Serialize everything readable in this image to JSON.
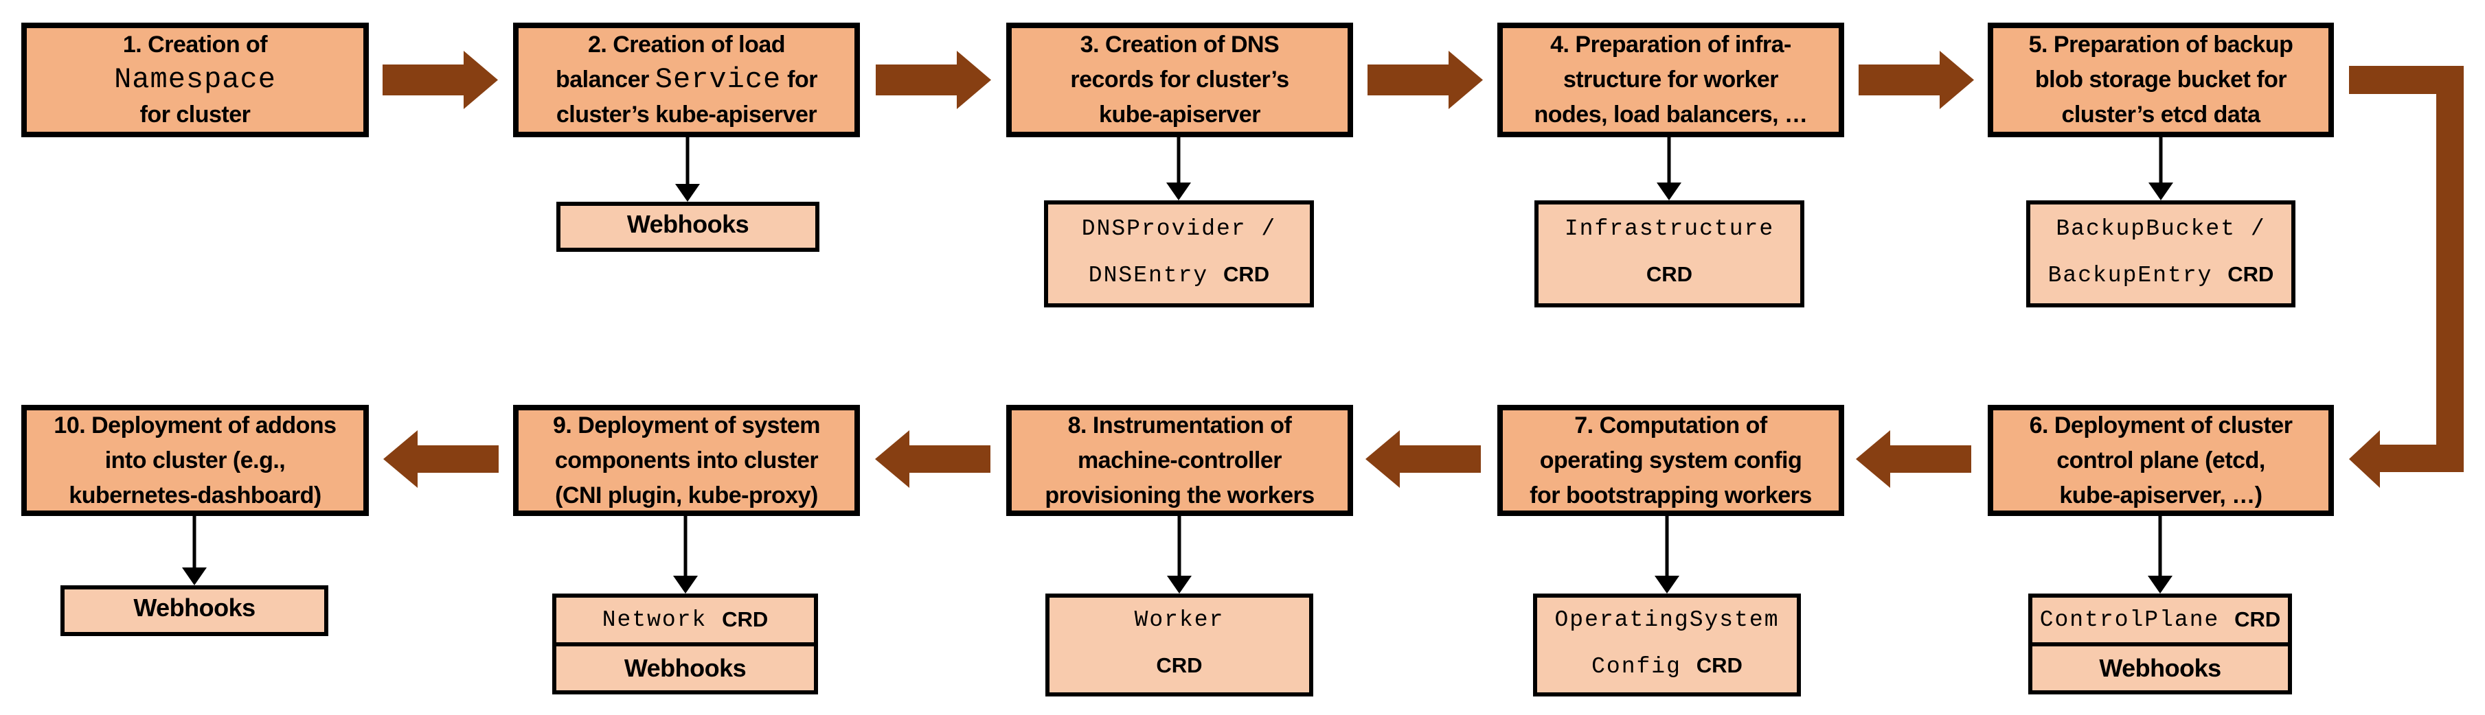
{
  "palette": {
    "main_box_fill": "#F4B183",
    "sub_box_fill": "#F8CBAD",
    "arrow_color": "#873F12",
    "border_color": "#000000"
  },
  "steps": [
    {
      "lines": [
        [
          {
            "t": "1. Creation of"
          }
        ],
        [
          {
            "t": "Namespace",
            "mono": true
          }
        ],
        [
          {
            "t": "for cluster"
          }
        ]
      ]
    },
    {
      "lines": [
        [
          {
            "t": "2. Creation of load"
          }
        ],
        [
          {
            "t": "balancer "
          },
          {
            "t": "Service",
            "mono": true
          },
          {
            "t": " for"
          }
        ],
        [
          {
            "t": "cluster’s kube-apiserver"
          }
        ]
      ]
    },
    {
      "lines": [
        [
          {
            "t": "3. Creation of DNS"
          }
        ],
        [
          {
            "t": "records for cluster’s"
          }
        ],
        [
          {
            "t": "kube-apiserver"
          }
        ]
      ]
    },
    {
      "lines": [
        [
          {
            "t": "4. Preparation of infra-"
          }
        ],
        [
          {
            "t": "structure for worker"
          }
        ],
        [
          {
            "t": "nodes, load balancers, …"
          }
        ]
      ]
    },
    {
      "lines": [
        [
          {
            "t": "5. Preparation of backup"
          }
        ],
        [
          {
            "t": "blob storage bucket for"
          }
        ],
        [
          {
            "t": "cluster’s etcd data"
          }
        ]
      ]
    },
    {
      "lines": [
        [
          {
            "t": "6. Deployment of cluster"
          }
        ],
        [
          {
            "t": "control plane (etcd,"
          }
        ],
        [
          {
            "t": "kube-apiserver, …)"
          }
        ]
      ]
    },
    {
      "lines": [
        [
          {
            "t": "7. Computation of"
          }
        ],
        [
          {
            "t": "operating system config"
          }
        ],
        [
          {
            "t": "for bootstrapping workers"
          }
        ]
      ]
    },
    {
      "lines": [
        [
          {
            "t": "8. Instrumentation of"
          }
        ],
        [
          {
            "t": "machine-controller"
          }
        ],
        [
          {
            "t": "provisioning the workers"
          }
        ]
      ]
    },
    {
      "lines": [
        [
          {
            "t": "9. Deployment of system"
          }
        ],
        [
          {
            "t": "components into cluster"
          }
        ],
        [
          {
            "t": "(CNI plugin, kube-proxy)"
          }
        ]
      ]
    },
    {
      "lines": [
        [
          {
            "t": "10. Deployment of addons"
          }
        ],
        [
          {
            "t": "into cluster (e.g.,"
          }
        ],
        [
          {
            "t": "kubernetes-dashboard)"
          }
        ]
      ]
    }
  ],
  "sub": {
    "webhooks": "Webhooks",
    "crd": "CRD",
    "dnsprovider": "DNSProvider /",
    "dnsentry": "DNSEntry ",
    "infrastructure": "Infrastructure",
    "backupbucket": "BackupBucket /",
    "backupentry": "BackupEntry ",
    "controlplane": "ControlPlane ",
    "operatingsystem": "OperatingSystem",
    "config": "Config ",
    "worker": "Worker",
    "network": "Network "
  }
}
